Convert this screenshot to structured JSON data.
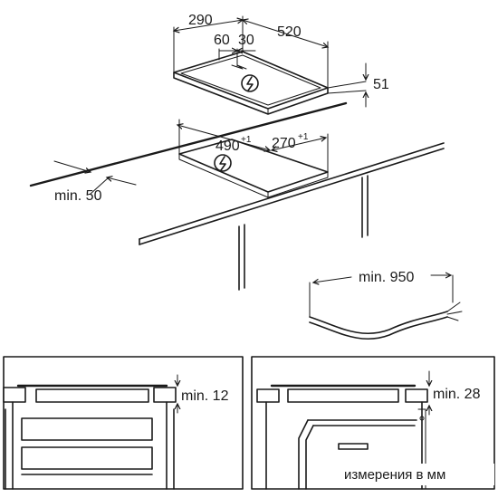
{
  "dimensions": {
    "hob_depth": "290",
    "hob_width": "520",
    "offset_60": "60",
    "offset_30": "30",
    "hob_height": "51",
    "cutout_depth": "490",
    "cutout_depth_tol": "+1",
    "cutout_width": "270",
    "cutout_width_tol": "+1",
    "min_wall_distance": "min. 50",
    "min_cable_length": "min. 950",
    "min_clearance_drawer": "min. 12",
    "min_clearance_oven": "min. 28"
  },
  "footer": {
    "note": "измерения в мм"
  }
}
